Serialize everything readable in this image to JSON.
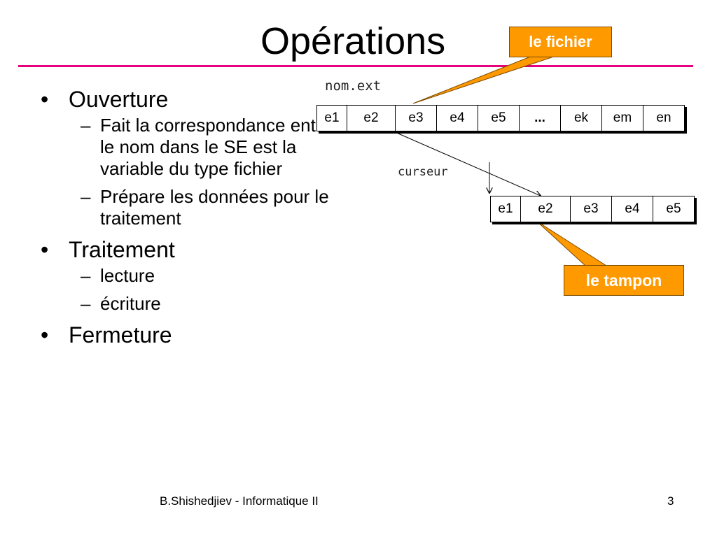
{
  "slide": {
    "title": "Opérations",
    "bullet_mark": "•",
    "dash_mark": "–",
    "bullets": [
      {
        "text": "Ouverture",
        "subs": [
          "Fait la correspondance entre le nom dans le SE est la variable du type fichier",
          "Prépare les données pour le traitement"
        ]
      },
      {
        "text": "Traitement",
        "subs": [
          "lecture",
          "écriture"
        ]
      },
      {
        "text": "Fermeture",
        "subs": []
      }
    ]
  },
  "diagram": {
    "file_name_label": "nom.ext",
    "cursor_label": "curseur",
    "file_cells": [
      "e1",
      "e2",
      "e3",
      "e4",
      "e5",
      "...",
      "ek",
      "em",
      "en"
    ],
    "buffer_cells": [
      "e1",
      "e2",
      "e3",
      "e4",
      "e5"
    ],
    "callout_file": "le fichier",
    "callout_buffer": "le tampon",
    "callout_color": "#ff9900",
    "rule_color": "#e6007e"
  },
  "footer": {
    "author": "B.Shishedjiev - Informatique II",
    "page_number": "3"
  }
}
